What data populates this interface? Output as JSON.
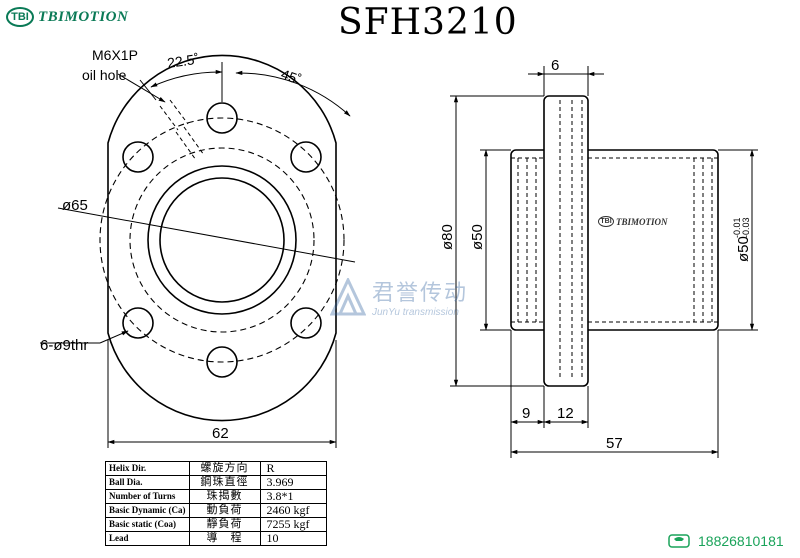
{
  "header": {
    "logo_badge": "TBI",
    "logo_text": "TBIMOTION",
    "title": "SFH3210"
  },
  "front_view": {
    "oil_hole_label_1": "M6X1P",
    "oil_hole_label_2": "oil hole",
    "angle_1": "22.5˚",
    "angle_2": "45˚",
    "pcd_label": "ø65",
    "holes_label": "6-ø9thr",
    "width_label": "62"
  },
  "side_view": {
    "flange_thickness": "6",
    "flange_dia": "ø80",
    "body_dia": "ø50",
    "fit_dia": "ø50",
    "tol_upper": "-0.01",
    "tol_lower": "-0.03",
    "dim_9": "9",
    "dim_12": "12",
    "dim_57": "57",
    "inner_logo_badge": "TBI",
    "inner_logo_text": "TBIMOTION"
  },
  "spec_table": {
    "rows": [
      {
        "en": "Helix  Dir.",
        "cn": "螺旋方向",
        "val": "R"
      },
      {
        "en": "Ball Dia.",
        "cn": "鋼珠直徑",
        "val": "3.969"
      },
      {
        "en": "Number of Turns",
        "cn": "珠揭數",
        "val": "3.8*1"
      },
      {
        "en": "Basic Dynamic (Ca)",
        "cn": "動負荷",
        "val": "2460 kgf"
      },
      {
        "en": "Basic static (Coa)",
        "cn": "靜負荷",
        "val": "7255 kgf"
      },
      {
        "en": "Lead",
        "cn": "導　程",
        "val": "10"
      }
    ]
  },
  "watermark": {
    "cn": "君誉传动",
    "en": "JunYu transmission"
  },
  "contact": {
    "phone": "18826810181"
  }
}
